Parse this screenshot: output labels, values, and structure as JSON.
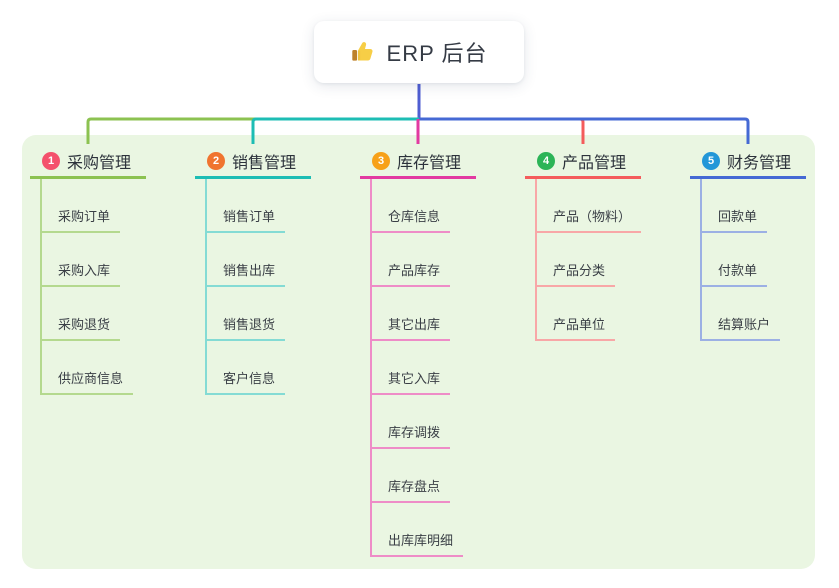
{
  "root": {
    "label": "ERP 后台",
    "icon": "thumbs-up-icon"
  },
  "panel_bg": "#eaf6e2",
  "trunk_color": "#4f5ed2",
  "branches": [
    {
      "num": "1",
      "title": "采购管理",
      "badge_color": "#f4516c",
      "line_color": "#8cc251",
      "child_line_color": "#b4d98e",
      "children": [
        "采购订单",
        "采购入库",
        "采购退货",
        "供应商信息"
      ]
    },
    {
      "num": "2",
      "title": "销售管理",
      "badge_color": "#f0742f",
      "line_color": "#1dbdb4",
      "child_line_color": "#84dbd4",
      "children": [
        "销售订单",
        "销售出库",
        "销售退货",
        "客户信息"
      ]
    },
    {
      "num": "3",
      "title": "库存管理",
      "badge_color": "#f7a119",
      "line_color": "#e23aa1",
      "child_line_color": "#ee8cc7",
      "children": [
        "仓库信息",
        "产品库存",
        "其它出库",
        "其它入库",
        "库存调拨",
        "库存盘点",
        "出库库明细"
      ]
    },
    {
      "num": "4",
      "title": "产品管理",
      "badge_color": "#2cb457",
      "line_color": "#f45c5c",
      "child_line_color": "#f8a7a7",
      "children": [
        "产品（物料）",
        "产品分类",
        "产品单位"
      ]
    },
    {
      "num": "5",
      "title": "财务管理",
      "badge_color": "#2397d8",
      "line_color": "#4569d4",
      "child_line_color": "#9cb0e4",
      "children": [
        "回款单",
        "付款单",
        "结算账户"
      ]
    }
  ]
}
